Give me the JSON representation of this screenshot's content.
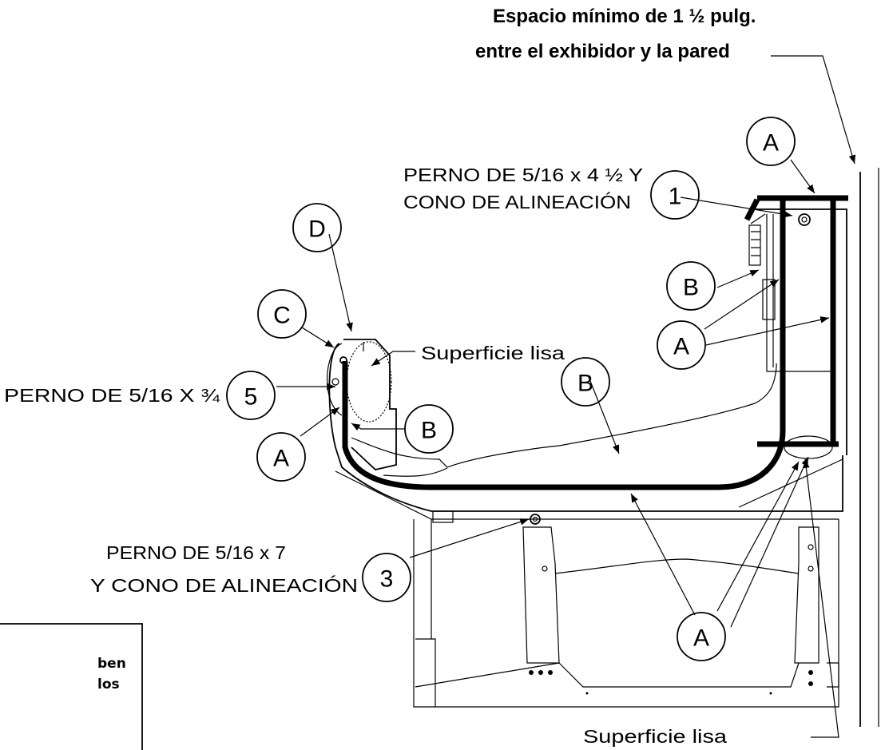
{
  "header": {
    "line1": "Espacio mínimo de 1 ½ pulg.",
    "line2": "entre el exhibidor y la pared"
  },
  "labels": {
    "perno1_line1": "PERNO DE 5/16 x 4 ½ Y",
    "perno1_line2": "CONO DE ALINEACIÓN",
    "perno5": "PERNO DE 5/16 X ¾",
    "perno3_line1": "PERNO DE 5/16 x 7",
    "perno3_line2": "Y CONO DE ALINEACIÓN",
    "superficie_top": "Superficie lisa",
    "superficie_bottom": "Superficie lisa"
  },
  "callouts": {
    "A": "A",
    "B": "B",
    "C": "C",
    "D": "D",
    "n1": "1",
    "n3": "3",
    "n5": "5"
  },
  "note_box": {
    "line1": "ben",
    "line2": "los"
  }
}
